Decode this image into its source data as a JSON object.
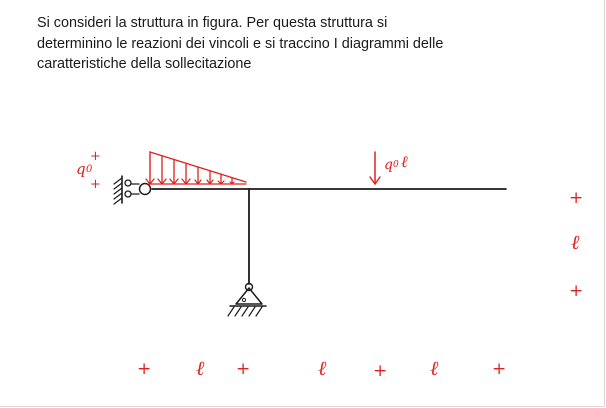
{
  "problem_statement": {
    "line1": "Si consideri la struttura in figura. Per questa struttura si",
    "line2": "determinino le reazioni dei vincoli e si traccino I diagrammi delle",
    "line3": "caratteristiche della sollecitazione"
  },
  "annotations": {
    "distributed_load_label": "q",
    "distributed_load_sub": "0",
    "concentrated_load_label": "q",
    "concentrated_load_sub": "0",
    "concentrated_load_len": "ℓ",
    "length_symbol": "ℓ",
    "plus": "+"
  },
  "colors": {
    "ink": "#1c1c1c",
    "annotation": "#e02020",
    "text": "#1a1a1a"
  }
}
